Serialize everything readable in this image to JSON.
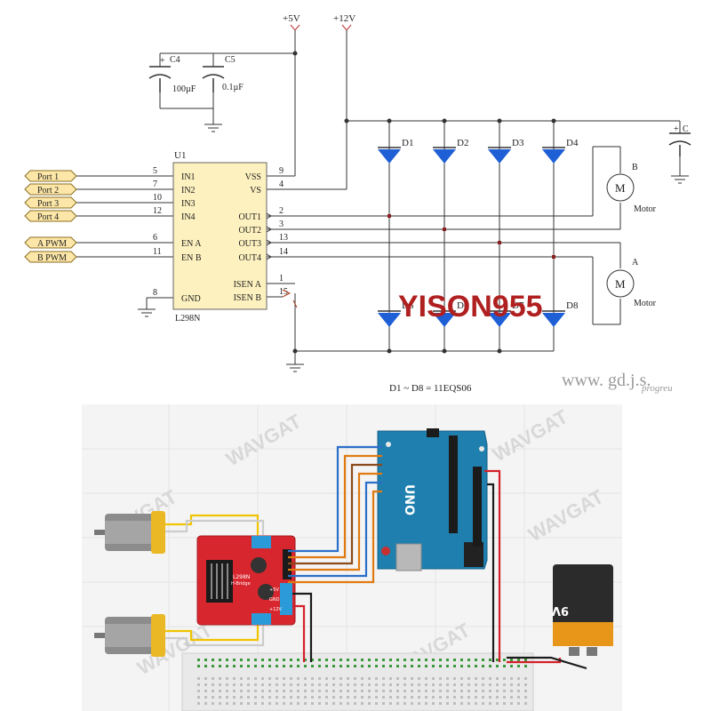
{
  "schematic": {
    "supply_5v": "+5V",
    "supply_12v": "+12V",
    "cap_c4": {
      "ref": "C4",
      "value": "100µF",
      "plus": "+"
    },
    "cap_c5": {
      "ref": "C5",
      "value": "0.1µF"
    },
    "cap_right": {
      "plus": "+",
      "ref": "C"
    },
    "ic": {
      "ref": "U1",
      "part": "L298N",
      "pins_left": [
        {
          "num": "5",
          "name": "IN1"
        },
        {
          "num": "7",
          "name": "IN2"
        },
        {
          "num": "10",
          "name": "IN3"
        },
        {
          "num": "12",
          "name": "IN4"
        },
        {
          "num": "6",
          "name": "EN A"
        },
        {
          "num": "11",
          "name": "EN B"
        },
        {
          "num": "8",
          "name": "GND"
        }
      ],
      "pins_right": [
        {
          "num": "9",
          "name": "VSS"
        },
        {
          "num": "4",
          "name": "VS"
        },
        {
          "num": "2",
          "name": "OUT1"
        },
        {
          "num": "3",
          "name": "OUT2"
        },
        {
          "num": "13",
          "name": "OUT3"
        },
        {
          "num": "14",
          "name": "OUT4"
        },
        {
          "num": "1",
          "name": "ISEN A"
        },
        {
          "num": "15",
          "name": "ISEN B"
        }
      ]
    },
    "ports": [
      "Port 1",
      "Port 2",
      "Port 3",
      "Port 4",
      "A PWM",
      "B PWM"
    ],
    "diodes_top": [
      "D1",
      "D2",
      "D3",
      "D4"
    ],
    "diodes_bottom": [
      "D5",
      "D6",
      "D7",
      "D8"
    ],
    "motor_b": {
      "letter": "B",
      "symbol": "M",
      "label": "Motor"
    },
    "motor_a": {
      "letter": "A",
      "symbol": "M",
      "label": "Motor"
    },
    "diode_note": "D1 ~ D8 = 11EQS06",
    "watermark_brand": "YISON955",
    "watermark_url": "www. gd.j.s.",
    "watermark_url_tail": "progreu"
  },
  "wiring": {
    "watermark": "WAVGAT",
    "module_label_1": "L298N",
    "module_label_2": "H-Bridge",
    "module_pins": [
      "+5V",
      "GND",
      "+12V"
    ],
    "arduino_label": "UNO",
    "battery_label": "9V"
  },
  "colors": {
    "wire_blue": "#2a6fc9",
    "wire_orange": "#e07a10",
    "wire_red": "#d4202a",
    "wire_yellow": "#f0c400",
    "wire_brown": "#8a4a1a",
    "port_fill": "#fde7a8",
    "ic_fill": "#fdf1bf",
    "diode_blue": "#1f5fd6",
    "board_red": "#d8262e",
    "arduino_blue": "#1f7fae"
  }
}
